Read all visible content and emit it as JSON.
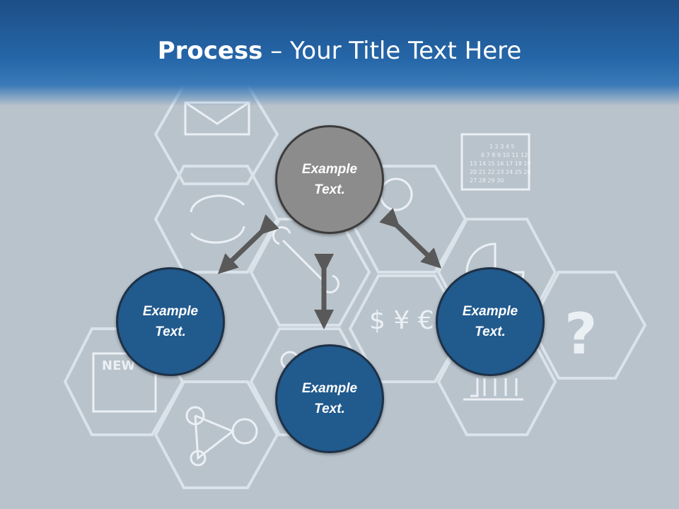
{
  "title": {
    "bold": "Process",
    "rest": " – Your Title Text Here"
  },
  "nodes": [
    {
      "label_line1": "Example",
      "label_line2": "Text."
    },
    {
      "label_line1": "Example",
      "label_line2": "Text."
    },
    {
      "label_line1": "Example",
      "label_line2": "Text."
    },
    {
      "label_line1": "Example",
      "label_line2": "Text."
    }
  ],
  "background_icons": {
    "news_label": "NEW",
    "calendar_rows": [
      "1 2 3 4 5",
      "6 7 8 9 10 11 12",
      "13 14 15 16 17 18 19",
      "20 21 22 23 24 25 26",
      "27 28 29 30"
    ],
    "currency": "$ ¥ € £",
    "question": "?"
  },
  "colors": {
    "title_bar": "#2566a8",
    "node_blue": "#215a8d",
    "node_gray": "#8c8c8c",
    "arrow": "#595959"
  }
}
